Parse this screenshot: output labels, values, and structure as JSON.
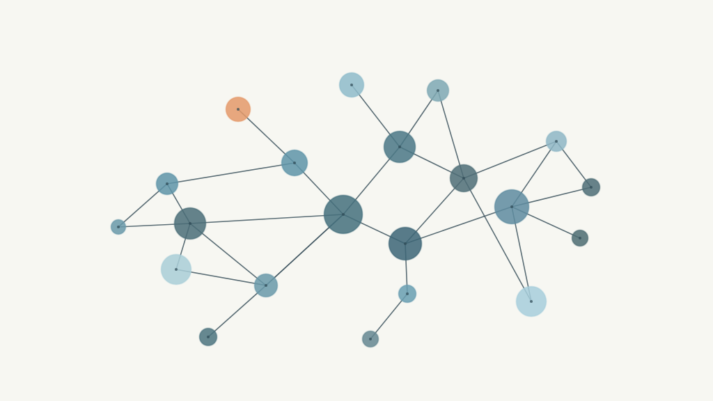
{
  "diagram": {
    "type": "network-graph",
    "colors": {
      "background": "#f7f7f2",
      "edge": "#3f5560",
      "node_dark": "#3f6470",
      "node_mid": "#5c8c9c",
      "node_light": "#a9cdd6",
      "node_accent": "#e59a6a"
    },
    "nodes": [
      {
        "id": "n1",
        "color": "#e59a6a"
      },
      {
        "id": "n2",
        "color": "#8fbccb"
      },
      {
        "id": "n3",
        "color": "#7fa9b4"
      },
      {
        "id": "n4",
        "color": "#5f95a9"
      },
      {
        "id": "n5",
        "color": "#4c7886"
      },
      {
        "id": "n6",
        "color": "#4f6e77"
      },
      {
        "id": "n7",
        "color": "#8fb7c6"
      },
      {
        "id": "n8",
        "color": "#4b6e78"
      },
      {
        "id": "n9",
        "color": "#5f95a9"
      },
      {
        "id": "n10",
        "color": "#6a9aaa"
      },
      {
        "id": "n11",
        "color": "#4f6e77"
      },
      {
        "id": "n12",
        "color": "#456f7d"
      },
      {
        "id": "n13",
        "color": "#3e6677"
      },
      {
        "id": "n14",
        "color": "#5e8ca0"
      },
      {
        "id": "n15",
        "color": "#6a9aaa"
      },
      {
        "id": "n16",
        "color": "#aacfd8"
      },
      {
        "id": "n17",
        "color": "#4e7480"
      },
      {
        "id": "n18",
        "color": "#6b9fb2"
      },
      {
        "id": "n19",
        "color": "#668892"
      },
      {
        "id": "n20",
        "color": "#4a6a73"
      },
      {
        "id": "n21",
        "color": "#8fa8a8"
      },
      {
        "id": "n22",
        "color": "#4e6d73"
      },
      {
        "id": "n23",
        "color": "#a8cfdc"
      }
    ],
    "edges": [
      [
        "n1",
        "n9"
      ],
      [
        "n9",
        "n4"
      ],
      [
        "n9",
        "n12"
      ],
      [
        "n2",
        "n5"
      ],
      [
        "n3",
        "n5"
      ],
      [
        "n3",
        "n6"
      ],
      [
        "n5",
        "n12"
      ],
      [
        "n5",
        "n6"
      ],
      [
        "n6",
        "n7"
      ],
      [
        "n6",
        "n13"
      ],
      [
        "n6",
        "n23"
      ],
      [
        "n7",
        "n14"
      ],
      [
        "n7",
        "n21"
      ],
      [
        "n12",
        "n13"
      ],
      [
        "n12",
        "n8"
      ],
      [
        "n12",
        "n15"
      ],
      [
        "n12",
        "n20"
      ],
      [
        "n13",
        "n14"
      ],
      [
        "n13",
        "n18"
      ],
      [
        "n14",
        "n22"
      ],
      [
        "n14",
        "n23"
      ],
      [
        "n14",
        "n21"
      ],
      [
        "n4",
        "n10"
      ],
      [
        "n4",
        "n8"
      ],
      [
        "n8",
        "n10"
      ],
      [
        "n8",
        "n16"
      ],
      [
        "n8",
        "n15"
      ],
      [
        "n16",
        "n15"
      ],
      [
        "n15",
        "n17"
      ],
      [
        "n18",
        "n19"
      ]
    ]
  }
}
